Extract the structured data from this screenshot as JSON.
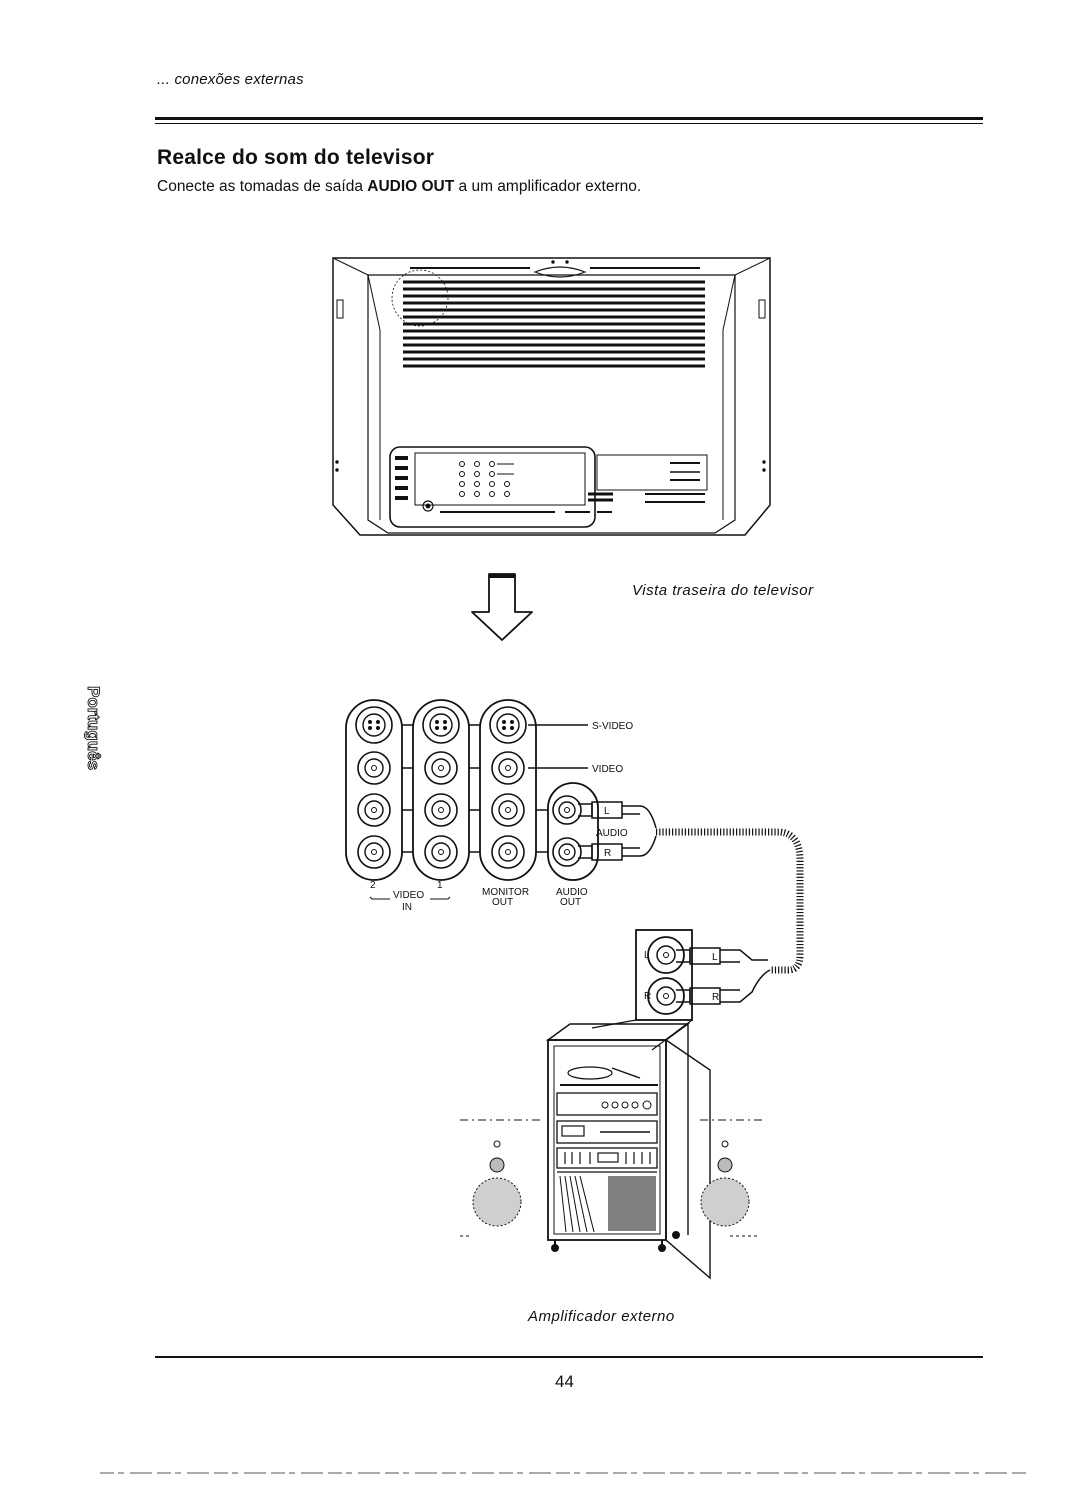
{
  "header": {
    "section": "... conexões externas"
  },
  "heading": {
    "title": "Realce do som do televisor"
  },
  "intro": {
    "before": "Conecte as tomadas de saída",
    "emphasis": "AUDIO OUT",
    "after": "a um amplificador externo."
  },
  "captions": {
    "tv_rear": "Vista traseira do televisor",
    "amplifier": "Amplificador externo"
  },
  "jack_panel": {
    "svideo_label": "S-VIDEO",
    "video_label": "VIDEO",
    "audio_label": "AUDIO",
    "left_tag": "L",
    "right_tag": "R",
    "col_numbers": [
      "2",
      "1"
    ],
    "video_in_line1": "VIDEO",
    "video_in_line2": "IN",
    "monitor_out_line1": "MONITOR",
    "monitor_out_line2": "OUT",
    "audio_out_line1": "AUDIO",
    "audio_out_line2": "OUT"
  },
  "amp_inputs": {
    "left": "L",
    "right": "R"
  },
  "side_tab": {
    "language": "Português"
  },
  "footer": {
    "page_number": "44"
  }
}
